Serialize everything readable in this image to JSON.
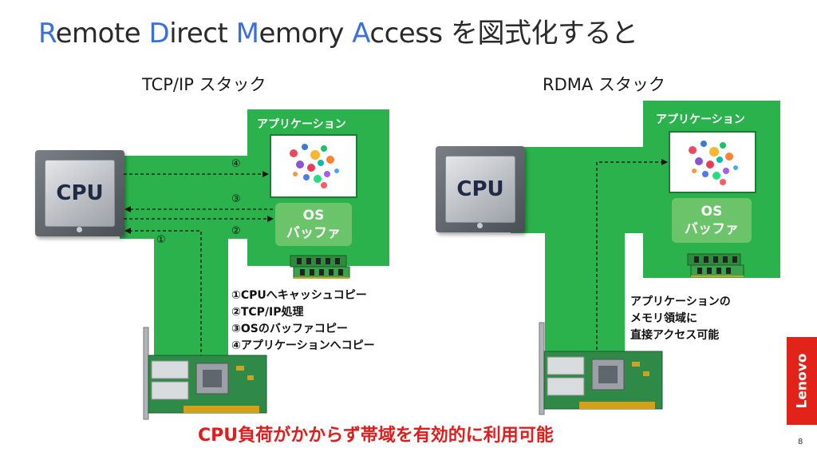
{
  "title": {
    "parts": [
      {
        "accent": "R",
        "rest": "emote "
      },
      {
        "accent": "D",
        "rest": "irect "
      },
      {
        "accent": "M",
        "rest": "emory "
      },
      {
        "accent": "A",
        "rest": "ccess "
      }
    ],
    "suffix": "を図式化すると"
  },
  "tcp": {
    "label": "TCP/IP スタック",
    "cpu": "CPU",
    "app_label": "アプリケーション",
    "os_line1": "OS",
    "os_line2": "バッファ",
    "steps": [
      "①",
      "②",
      "③",
      "④"
    ],
    "notes": [
      "①CPUへキャッシュコピー",
      "②TCP/IP処理",
      "③OSのバッファコピー",
      "④アプリケーションへコピー"
    ]
  },
  "rdma": {
    "label": "RDMA スタック",
    "cpu": "CPU",
    "app_label": "アプリケーション",
    "os_line1": "OS",
    "os_line2": "バッファ",
    "notes": [
      "アプリケーションの",
      "メモリ領域に",
      "直接アクセス可能"
    ]
  },
  "bottom_message": "CPU負荷がかからず帯域を有効的に利用可能",
  "brand": "Lenovo",
  "page_number": "8",
  "colors": {
    "green": "#2bb24c",
    "os_box": "#6cc46a",
    "accent_blue": "#3a6fe0",
    "message_red": "#e31b1b",
    "brand_red": "#e2231a"
  }
}
